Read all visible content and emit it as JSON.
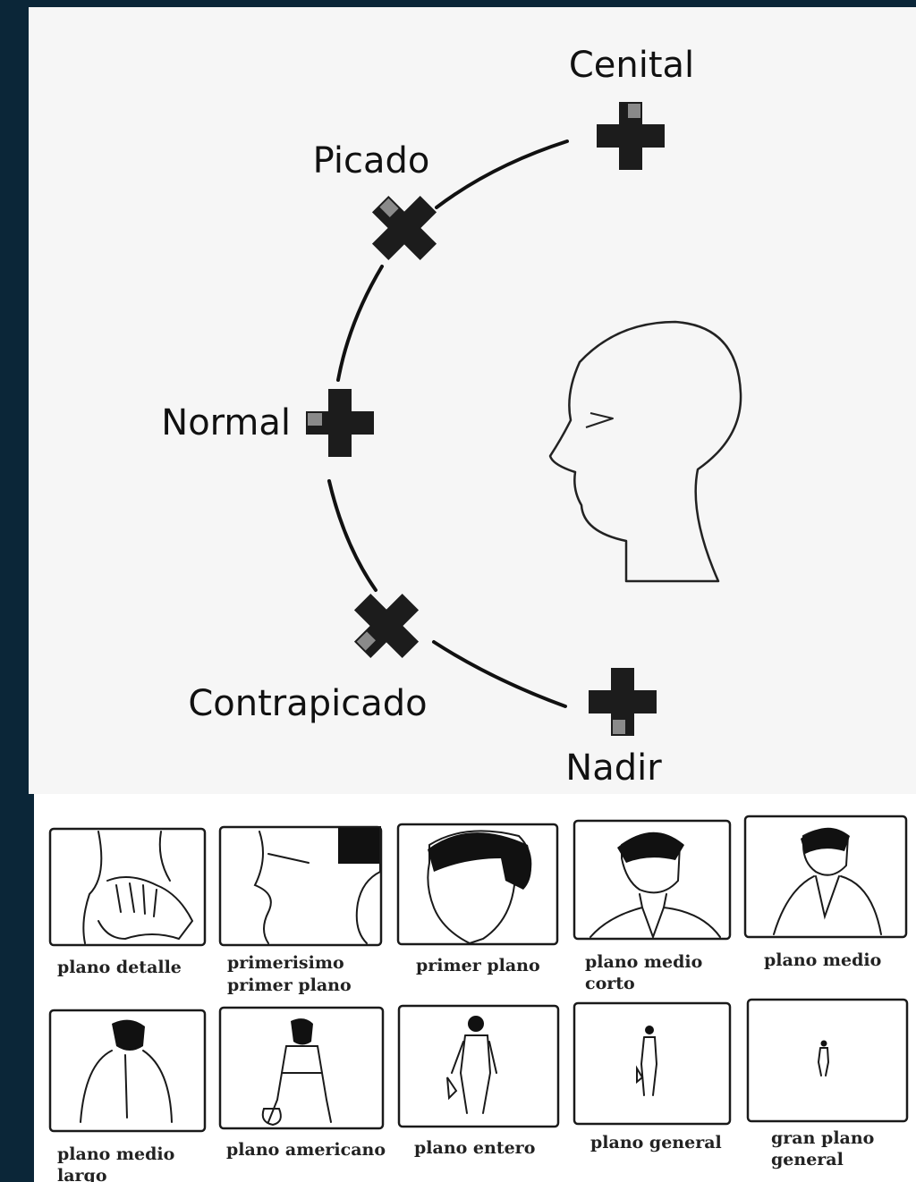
{
  "angles": {
    "cenital": "Cenital",
    "picado": "Picado",
    "normal": "Normal",
    "contrapicado": "Contrapicado",
    "nadir": "Nadir"
  },
  "shots": {
    "row1": [
      {
        "l1": "plano detalle",
        "l2": ""
      },
      {
        "l1": "primerisimo",
        "l2": "primer plano"
      },
      {
        "l1": "primer plano",
        "l2": ""
      },
      {
        "l1": "plano medio",
        "l2": "corto"
      },
      {
        "l1": "plano medio",
        "l2": ""
      }
    ],
    "row2": [
      {
        "l1": "plano medio",
        "l2": "largo"
      },
      {
        "l1": "plano americano",
        "l2": ""
      },
      {
        "l1": "plano entero",
        "l2": ""
      },
      {
        "l1": "plano general",
        "l2": ""
      },
      {
        "l1": "gran plano",
        "l2": "general"
      }
    ]
  },
  "icons": [
    "camera-icon",
    "head-profile-icon",
    "person-figure-icon"
  ]
}
